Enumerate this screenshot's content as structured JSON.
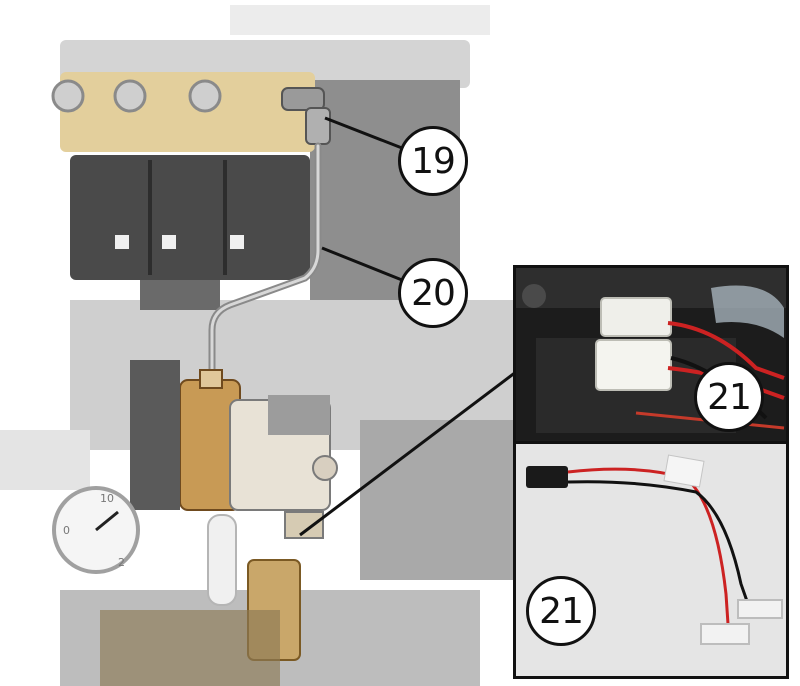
{
  "callouts": [
    {
      "id": "19",
      "label": "19"
    },
    {
      "id": "20",
      "label": "20"
    },
    {
      "id": "21a",
      "label": "21"
    },
    {
      "id": "21b",
      "label": "21"
    }
  ],
  "gauge": {
    "tick_top": "10",
    "tick_left": "0",
    "tick_bottom": "2"
  },
  "colors": {
    "outline": "#111111",
    "brass": "#c89a55",
    "wire_red": "#cc2222",
    "wire_black": "#111111",
    "ghost_gray": "#bdbdbd"
  }
}
